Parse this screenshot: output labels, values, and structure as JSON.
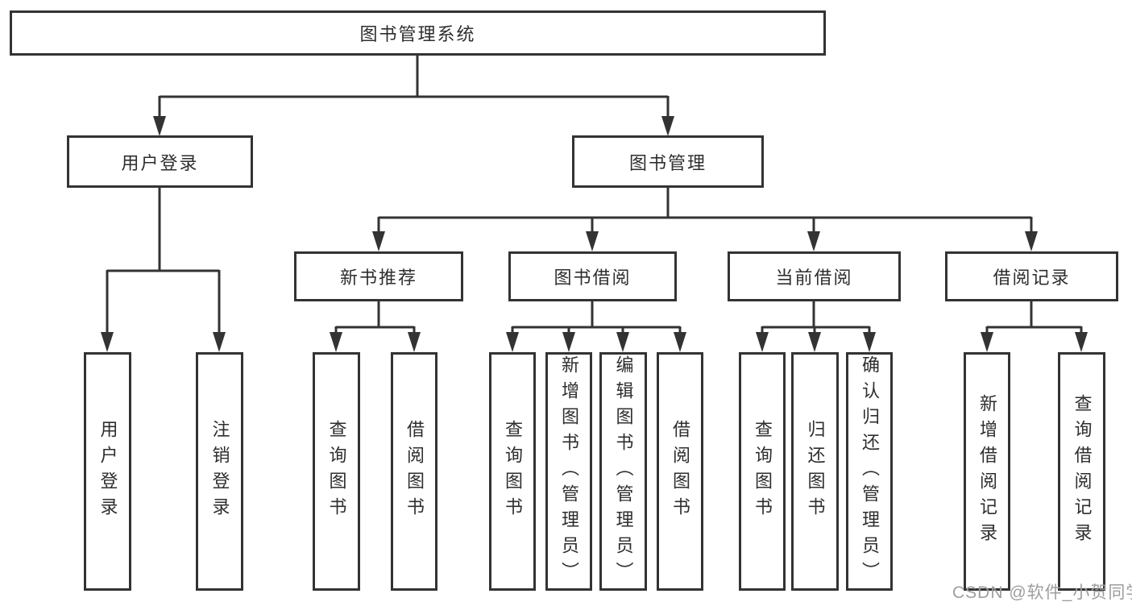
{
  "diagram": {
    "root": {
      "label": "图书管理系统"
    },
    "level2": [
      {
        "label": "用户登录"
      },
      {
        "label": "图书管理"
      }
    ],
    "level3": [
      {
        "label": "新书推荐"
      },
      {
        "label": "图书借阅"
      },
      {
        "label": "当前借阅"
      },
      {
        "label": "借阅记录"
      }
    ],
    "leaves": {
      "user_login": [
        {
          "label": "用户登录"
        },
        {
          "label": "注销登录"
        }
      ],
      "new_book": [
        {
          "label": "查询图书"
        },
        {
          "label": "借阅图书"
        }
      ],
      "book_borrow": [
        {
          "label": "查询图书"
        },
        {
          "label": "新增图书（管理员）"
        },
        {
          "label": "编辑图书（管理员）"
        },
        {
          "label": "借阅图书"
        }
      ],
      "current_borrow": [
        {
          "label": "查询图书"
        },
        {
          "label": "归还图书"
        },
        {
          "label": "确认归还（管理员）"
        }
      ],
      "borrow_record": [
        {
          "label": "新增借阅记录"
        },
        {
          "label": "查询借阅记录"
        }
      ]
    }
  },
  "watermark": {
    "text": "CSDN @软件_小贺同学"
  },
  "colors": {
    "line": "#333333",
    "box_border": "#333333",
    "box_fill": "#ffffff",
    "text": "#2e2e2e",
    "watermark": "#9e9e9e",
    "background": "#ffffff"
  }
}
